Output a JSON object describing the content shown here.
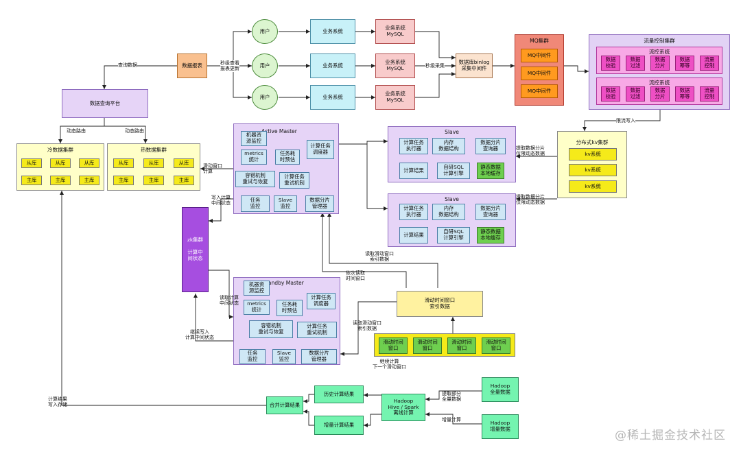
{
  "labels": {
    "data_report": "数据报表",
    "user_1": "用户",
    "user_2": "用户",
    "user_3": "用户",
    "biz_1": "业务系统",
    "biz_2": "业务系统",
    "biz_3": "业务系统",
    "mysql_1": "业务系统\nMySQL",
    "mysql_2": "业务系统\nMySQL",
    "mysql_3": "业务系统\nMySQL",
    "binlog": "数据库binlog\n采集中间件",
    "mq_title": "MQ集群",
    "mq_1": "MQ中间件",
    "mq_2": "MQ中间件",
    "mq_3": "MQ中间件",
    "flow_title": "流量控制集群",
    "flow_sys1_title": "流控系统",
    "flow_sys2_title": "流控系统",
    "fc_items": [
      "数据\n校验",
      "数据\n过滤",
      "数据\n分片",
      "数据\n幂等",
      "流量\n控制"
    ],
    "query_platform": "数据查询平台",
    "cold_title": "冷数据集群",
    "hot_title": "热数据集群",
    "slave_db": "从库",
    "master_db": "主库",
    "am_title": "Active Master",
    "sm_title": "Standby Master",
    "m_res": "机器资\n源监控",
    "m_metrics": "metrics\n统计",
    "m_task_time": "任务耗\n时预估",
    "m_scheduler": "计算任务\n调度器",
    "m_fault": "容错机制\n重试与恢复",
    "m_retry": "计算任务\n重试机制",
    "m_task_mon": "任务\n监控",
    "m_slave_mon": "Slave\n监控",
    "m_shard_mgr": "数据分片\n管理器",
    "slave_title": "Slave",
    "s_exec": "计算任务\n执行器",
    "s_mem": "内存\n数据结构",
    "s_query": "数据分片\n查询器",
    "s_result": "计算结果",
    "s_sql": "自研SQL\n计算引擎",
    "s_cache": "静态数据\n本地缓存",
    "kv_title": "分布式kv集群",
    "kv_item": "kv系统",
    "zk": "zk集群\n\n计算中\n间状态",
    "sliding_index": "滑动时间窗口\n索引数据",
    "sliding_win": "滑动时间\n窗口",
    "merge": "合并计算结果",
    "history": "历史计算结果",
    "increment": "增量计算结果",
    "hadoop_engine": "Hadoop\nHive / Spark\n离线计算",
    "hadoop_full": "Hadoop\n全量数据",
    "hadoop_inc": "Hadoop\n增量数据",
    "e_query_data": "查询数据",
    "e_ms_query": "秒级查看\n报表更新",
    "e_sec_collect": "秒级采集",
    "e_dyn_route_1": "动态路由",
    "e_dyn_route_2": "动态路由",
    "e_limit_write": "限流写入",
    "e_fetch_1": "提取数据分片\n仅限动态数据",
    "e_fetch_2": "提取数据分片\n仅限动态数据",
    "e_sliding_calc": "滑动窗口\n计算",
    "e_write_mid": "写入计算\n中间状态",
    "e_read_mid": "读取计算\n中间状态",
    "e_continue_write": "继续写入\n计算中间状态",
    "e_read_idx_1": "读取滑动窗口\n索引数据",
    "e_read_seq": "依次读取\n时间窗口",
    "e_read_idx_2": "读取滑动窗口\n索引数据",
    "e_next_win": "继续计算\n下一个滑动窗口",
    "e_result_store": "计算结果\n写入存储",
    "e_extract_full": "提取部分\n全量数据",
    "e_inc_calc": "增量计算"
  },
  "watermark": "@稀土掘金技术社区",
  "colors": {
    "arrow": "#222222"
  }
}
